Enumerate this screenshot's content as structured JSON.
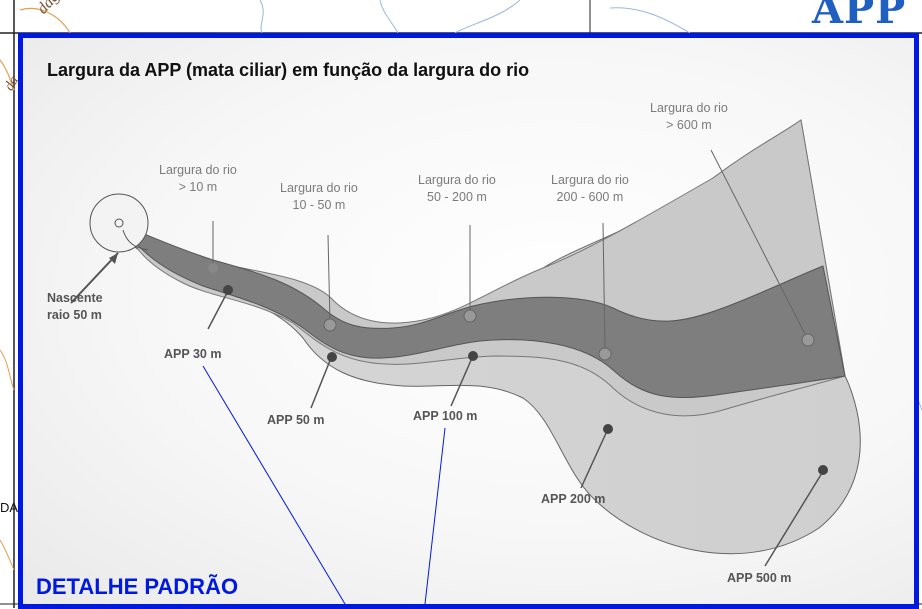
{
  "header": {
    "logo_text": "APP",
    "road_label_fragment": "dagen",
    "road_label_fragment_2": "da",
    "side_label": "DA"
  },
  "panel": {
    "title": "Largura da APP (mata ciliar) em função da largura do rio",
    "footer": "DETALHE PADRÃO",
    "border_color": "#0019e0"
  },
  "river_labels": [
    {
      "line1": "Largura do rio",
      "line2": "> 10 m"
    },
    {
      "line1": "Largura do rio",
      "line2": "10 - 50 m"
    },
    {
      "line1": "Largura do rio",
      "line2": "50 - 200 m"
    },
    {
      "line1": "Largura do rio",
      "line2": "200 - 600 m"
    },
    {
      "line1": "Largura do rio",
      "line2": "> 600 m"
    }
  ],
  "source_label": {
    "line1": "Nascente",
    "line2": "raio 50 m"
  },
  "app_labels": [
    "APP 30 m",
    "APP 50 m",
    "APP 100 m",
    "APP 200 m",
    "APP 500 m"
  ],
  "colors": {
    "river": "#7a7a7a",
    "inner_band": "#c6c6c6",
    "outer_band": "#d8d8d8",
    "callout_line": "#0019e0"
  }
}
